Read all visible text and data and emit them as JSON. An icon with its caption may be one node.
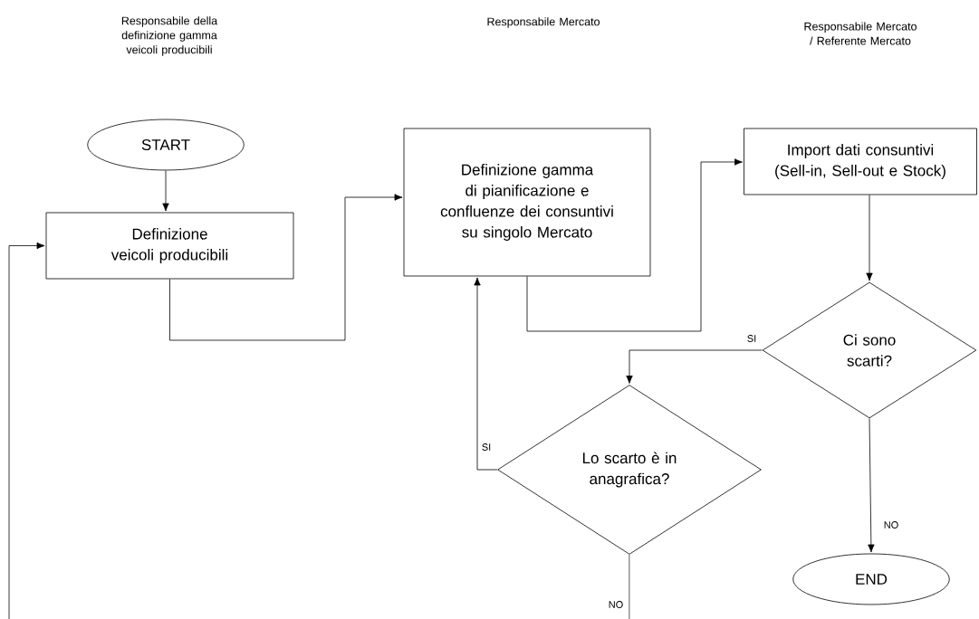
{
  "diagram": {
    "nodes": [
      {
        "text": [
          "START"
        ]
      },
      {
        "text": [
          "Definizione veicoli producibili"
        ]
      },
      {
        "text": [
          "Definizione gamma di pianificazione e confluenze dei consuntivi su singolo Mercato"
        ]
      },
      {
        "text": [
          "Import dati consuntivi (Sell-in, Sell-out e Stock)"
        ]
      },
      {
        "text": [
          "Ci sono scarti?"
        ]
      },
      {
        "text": [
          "Lo scarto è in anagrafica?"
        ]
      },
      {
        "text": [
          "END"
        ]
      }
    ],
    "edges": [
      {
        "from": 0,
        "to": 1,
        "arrow": "to"
      },
      {
        "from": 1,
        "to": 2,
        "arrow": "to"
      },
      {
        "from": 2,
        "to": 3,
        "arrow": "to"
      },
      {
        "from": 3,
        "to": 4,
        "arrow": "to"
      },
      {
        "from": 4,
        "to": 5,
        "arrow": "to",
        "label": "SI"
      },
      {
        "from": 4,
        "to": 6,
        "arrow": "to",
        "label": "NO"
      },
      {
        "from": 5,
        "to": 2,
        "arrow": "to",
        "label": "SI"
      },
      {
        "from": 5,
        "to": 1,
        "arrow": "to",
        "label": "NO"
      }
    ],
    "labels": [
      "Responsabile della definizione gamma veicoli producibili",
      "Responsabile Mercato",
      "Responsabile Mercato / Referente Mercato"
    ]
  }
}
